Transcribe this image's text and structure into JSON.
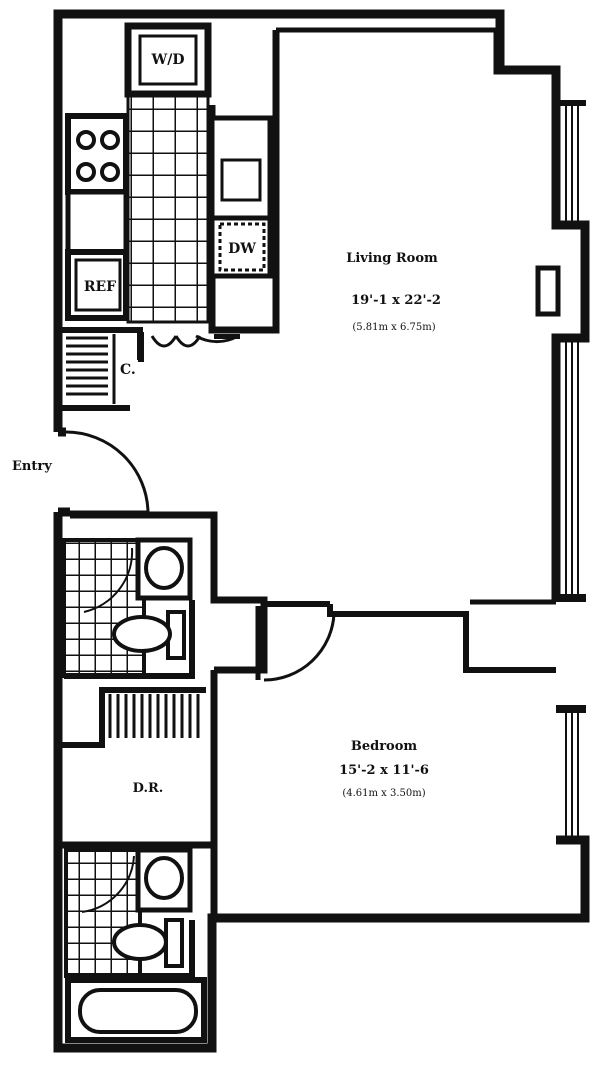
{
  "rooms": {
    "living": {
      "name": "Living Room",
      "dims": "19'-1 x 22'-2",
      "metric": "(5.81m x 6.75m)"
    },
    "bedroom": {
      "name": "Bedroom",
      "dims": "15'-2 x 11'-6",
      "metric": "(4.61m x 3.50m)"
    },
    "dr": {
      "name": "D.R."
    }
  },
  "fixtures": {
    "washer_dryer": "W/D",
    "dishwasher": "DW",
    "refrigerator": "REF",
    "closet": "C."
  },
  "entry": "Entry",
  "colors": {
    "ink": "#111111",
    "paper": "#ffffff"
  }
}
